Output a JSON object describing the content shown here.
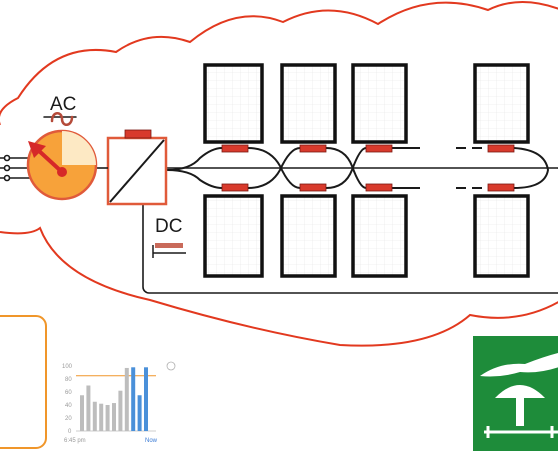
{
  "labels": {
    "ac": "AC",
    "dc": "DC"
  },
  "mini_chart": {
    "y_ticks": [
      "100",
      "80",
      "60",
      "40",
      "20",
      "0"
    ],
    "x_left": "6:45 pm",
    "x_right": "Now",
    "bar_levels": [
      0.55,
      0.7,
      0.45,
      0.42,
      0.4,
      0.43,
      0.62,
      0.97,
      0.98,
      0.55,
      0.98
    ],
    "highlight_indices": [
      8,
      9,
      10
    ],
    "ref_line_level": 0.85
  },
  "colors": {
    "cloud_stroke": "#e2391f",
    "accent": "#f0962a",
    "connector": "#d83a2c",
    "inverter_red": "#e05a3a",
    "bar_gray": "#bdbdbd",
    "bar_blue": "#4a90d9",
    "safety_green": "#1e8c3a"
  },
  "icons": {
    "ac": "ac-sine-icon",
    "dc": "dc-line-icon",
    "inverter": "inverter-icon",
    "meter": "meter-dial-icon",
    "safety": "safety-mushroom-button-icon"
  }
}
